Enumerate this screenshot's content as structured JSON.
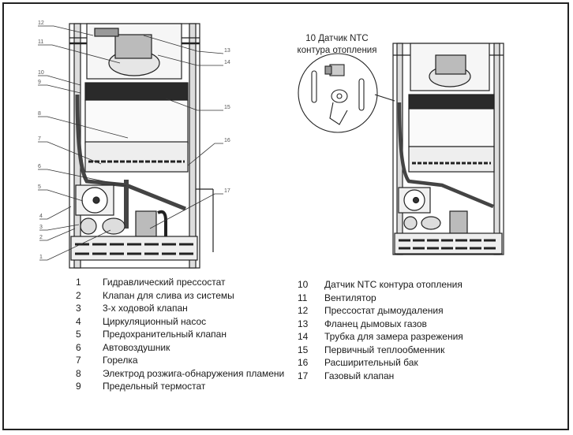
{
  "diagram": {
    "callout_numbers": [
      "1",
      "2",
      "3",
      "4",
      "5",
      "6",
      "7",
      "8",
      "9",
      "10",
      "11",
      "12",
      "13",
      "14",
      "15",
      "16",
      "17"
    ],
    "inset_title_line1": "10 Датчик NTC",
    "inset_title_line2": "контура отопления"
  },
  "legend_left": [
    {
      "num": "1",
      "label": "Гидравлический прессостат"
    },
    {
      "num": "2",
      "label": "Клапан для слива из системы"
    },
    {
      "num": "3",
      "label": "3-х ходовой клапан"
    },
    {
      "num": "4",
      "label": "Циркуляционный насос"
    },
    {
      "num": "5",
      "label": "Предохранительный клапан"
    },
    {
      "num": "6",
      "label": "Автовоздушник"
    },
    {
      "num": "7",
      "label": "Горелка"
    },
    {
      "num": "8",
      "label": "Электрод розжига-обнаружения пламени"
    },
    {
      "num": "9",
      "label": "Предельный термостат"
    }
  ],
  "legend_right": [
    {
      "num": "10",
      "label": "Датчик NTC контура отопления"
    },
    {
      "num": "11",
      "label": "Вентилятор"
    },
    {
      "num": "12",
      "label": "Прессостат дымоудаления"
    },
    {
      "num": "13",
      "label": "Фланец дымовых газов"
    },
    {
      "num": "14",
      "label": "Трубка для замера разрежения"
    },
    {
      "num": "15",
      "label": "Первичный теплообменник"
    },
    {
      "num": "16",
      "label": "Расширительный бак"
    },
    {
      "num": "17",
      "label": "Газовый клапан"
    }
  ]
}
